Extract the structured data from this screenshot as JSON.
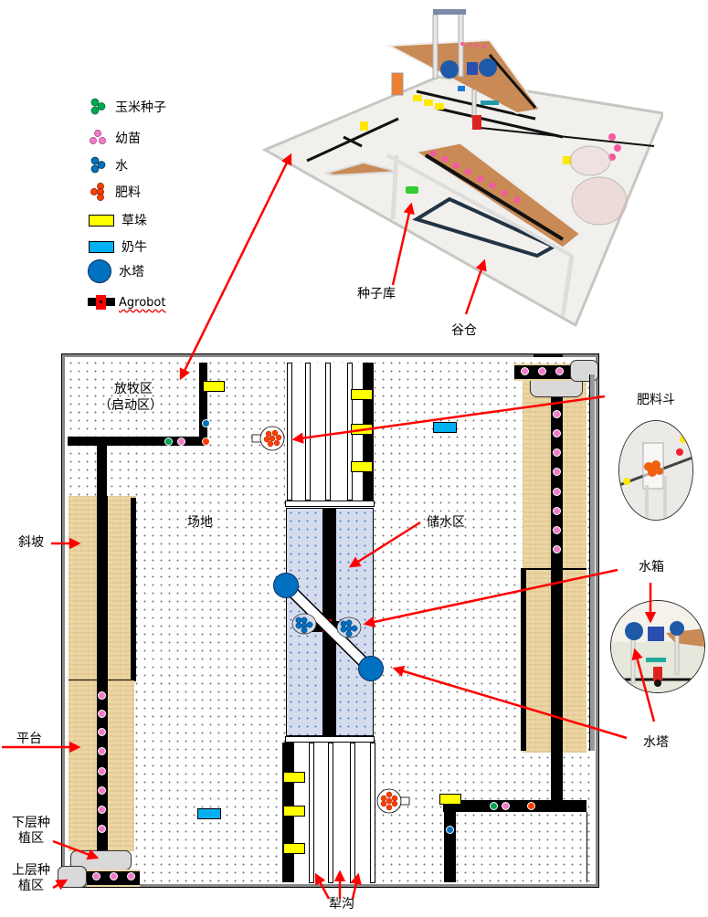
{
  "legend": {
    "items": [
      {
        "icon": "corn-seed-icon",
        "label": "玉米种子",
        "color": "#00a651"
      },
      {
        "icon": "seedling-icon",
        "label": "幼苗",
        "color": "#f07cc8"
      },
      {
        "icon": "water-icon",
        "label": "水",
        "color": "#0070c0"
      },
      {
        "icon": "fertilizer-icon",
        "label": "肥料",
        "color": "#ff3c00"
      },
      {
        "icon": "haystack-icon",
        "label": "草垛",
        "color": "#ffff00"
      },
      {
        "icon": "cow-icon",
        "label": "奶牛",
        "color": "#00b0f0"
      },
      {
        "icon": "water-tower-icon",
        "label": "水塔",
        "color": "#0070c0"
      },
      {
        "icon": "agrobot-icon",
        "label": "Agrobot",
        "color": "#ff0000"
      }
    ]
  },
  "photo": {
    "labels": {
      "seed_store": "种子库",
      "granary": "谷仓"
    }
  },
  "map": {
    "zones": {
      "pasture": "放牧区",
      "pasture_sub": "（启动区）",
      "field": "场地",
      "reservoir": "储水区"
    },
    "callouts": {
      "fertilizer_hopper": "肥料斗",
      "water_tank": "水箱",
      "water_tower": "水塔",
      "slope": "斜坡",
      "platform": "平台",
      "lower_planting": "下层种植区",
      "upper_planting": "上层种植区",
      "furrow": "犁沟"
    }
  }
}
